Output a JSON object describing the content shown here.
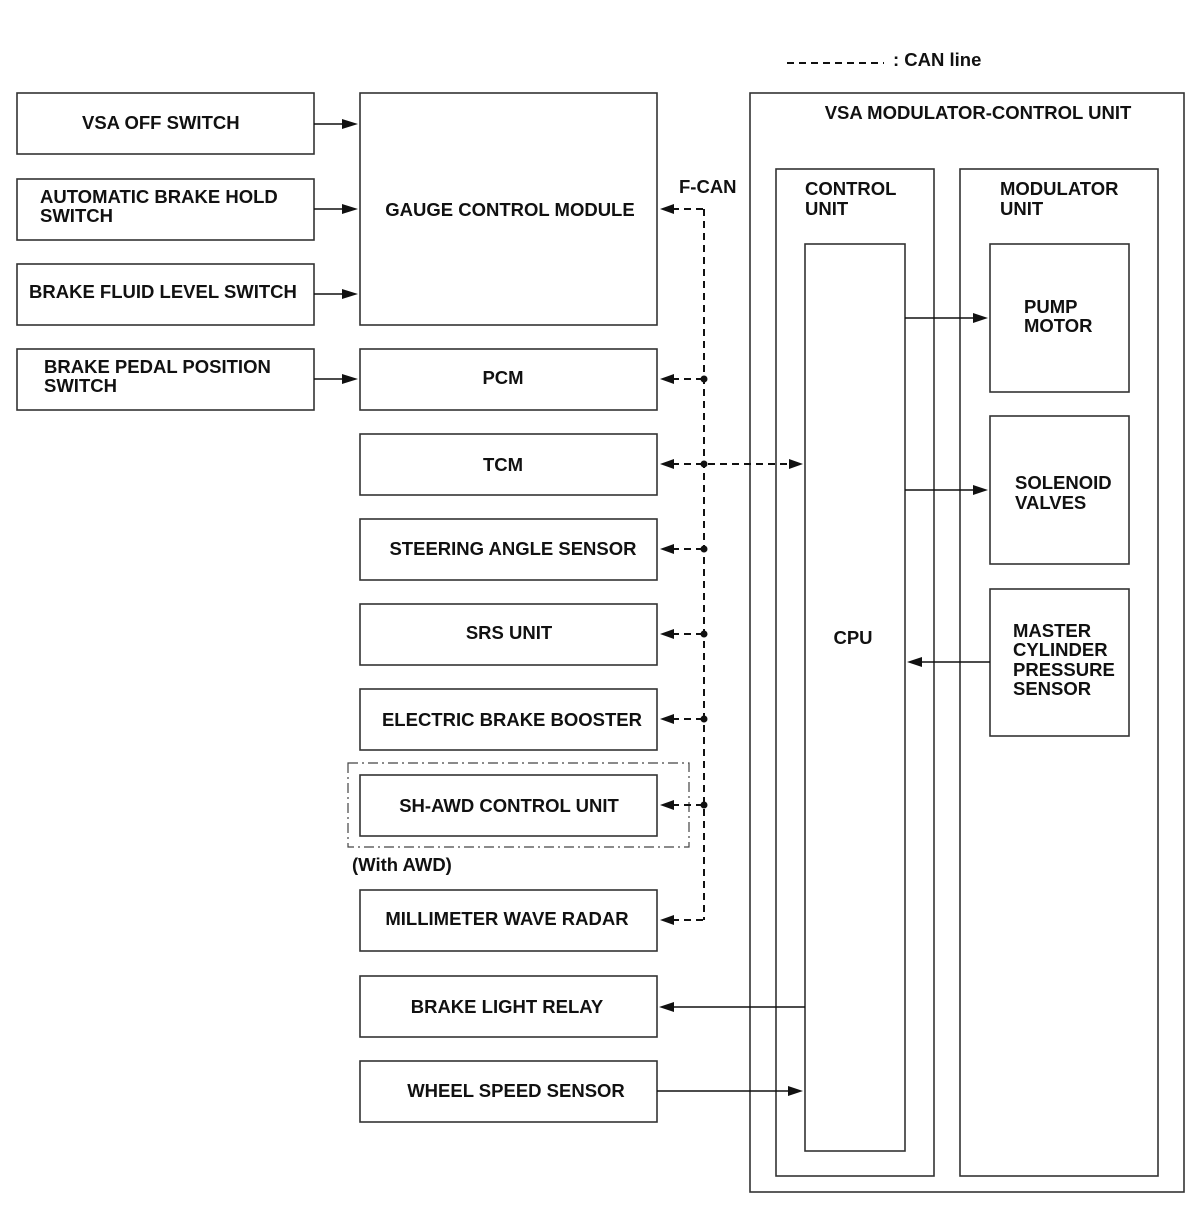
{
  "legend": {
    "text": ": CAN line"
  },
  "bus_label": "F-CAN",
  "left_inputs": [
    {
      "id": "vsa_off",
      "lines": [
        "VSA OFF SWITCH"
      ]
    },
    {
      "id": "brake_hold",
      "lines": [
        "AUTOMATIC BRAKE HOLD",
        "SWITCH"
      ]
    },
    {
      "id": "fluid_level",
      "lines": [
        "BRAKE FLUID LEVEL SWITCH"
      ]
    },
    {
      "id": "pedal_pos",
      "lines": [
        "BRAKE PEDAL POSITION",
        "SWITCH"
      ]
    }
  ],
  "middle": [
    {
      "id": "gauge",
      "lines": [
        "GAUGE CONTROL MODULE"
      ]
    },
    {
      "id": "pcm",
      "lines": [
        "PCM"
      ]
    },
    {
      "id": "tcm",
      "lines": [
        "TCM"
      ]
    },
    {
      "id": "steering",
      "lines": [
        "STEERING ANGLE SENSOR"
      ]
    },
    {
      "id": "srs",
      "lines": [
        "SRS UNIT"
      ]
    },
    {
      "id": "ebb",
      "lines": [
        "ELECTRIC BRAKE BOOSTER"
      ]
    },
    {
      "id": "shawd",
      "lines": [
        "SH-AWD CONTROL UNIT"
      ]
    },
    {
      "id": "radar",
      "lines": [
        "MILLIMETER WAVE RADAR"
      ]
    },
    {
      "id": "brake_light",
      "lines": [
        "BRAKE LIGHT RELAY"
      ]
    },
    {
      "id": "wheel_speed",
      "lines": [
        "WHEEL SPEED SENSOR"
      ]
    }
  ],
  "awd_note": "(With AWD)",
  "vsa_unit": {
    "title": "VSA MODULATOR-CONTROL UNIT",
    "control_unit": [
      "CONTROL",
      "UNIT"
    ],
    "modulator_unit": [
      "MODULATOR",
      "UNIT"
    ],
    "cpu": "CPU",
    "pump_motor": [
      "PUMP",
      "MOTOR"
    ],
    "solenoid_valves": [
      "SOLENOID",
      "VALVES"
    ],
    "mc_pressure_sensor": [
      "MASTER",
      "CYLINDER",
      "PRESSURE",
      "SENSOR"
    ]
  }
}
